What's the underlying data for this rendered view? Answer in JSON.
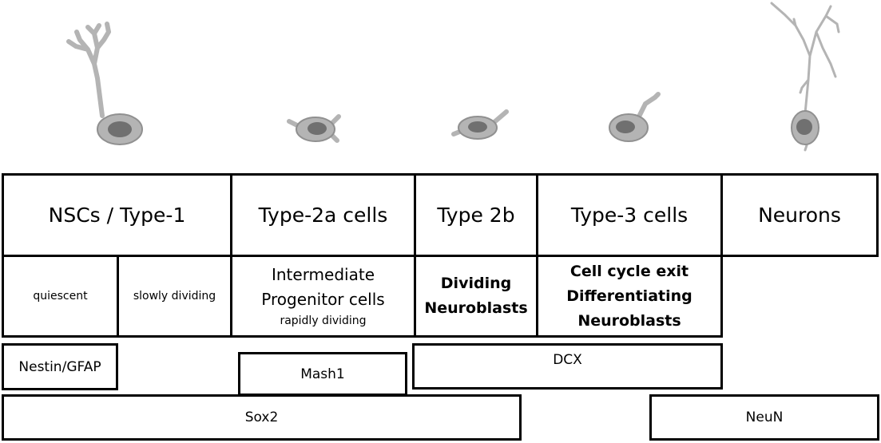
{
  "stages": [
    {
      "id": "nsc",
      "label": "NSCs / Type-1"
    },
    {
      "id": "type2a",
      "label": "Type-2a cells"
    },
    {
      "id": "type2b",
      "label": "Type 2b"
    },
    {
      "id": "type3",
      "label": "Type-3 cells"
    },
    {
      "id": "neurons",
      "label": "Neurons"
    }
  ],
  "descriptions": {
    "quiescent": "quiescent",
    "slowly_dividing": "slowly dividing",
    "type2a_line1": "Intermediate",
    "type2a_line2": "Progenitor cells",
    "type2a_small": "rapidly dividing",
    "type2b_line1": "Dividing",
    "type2b_line2": "Neuroblasts",
    "type3_line1": "Cell cycle exit",
    "type3_line2": "Differentiating",
    "type3_line3": "Neuroblasts"
  },
  "markers": {
    "nestin_gfap": "Nestin/GFAP",
    "mash1": "Mash1",
    "dcx": "DCX",
    "sox2": "Sox2",
    "neun": "NeuN"
  },
  "colors": {
    "cell_body": "#b4b4b4",
    "cell_outline": "#909090",
    "nucleus": "#707070"
  },
  "icons": [
    "radial-glia-cell-icon",
    "type2a-cell-icon",
    "type2b-cell-icon",
    "type3-cell-icon",
    "neuron-icon"
  ]
}
